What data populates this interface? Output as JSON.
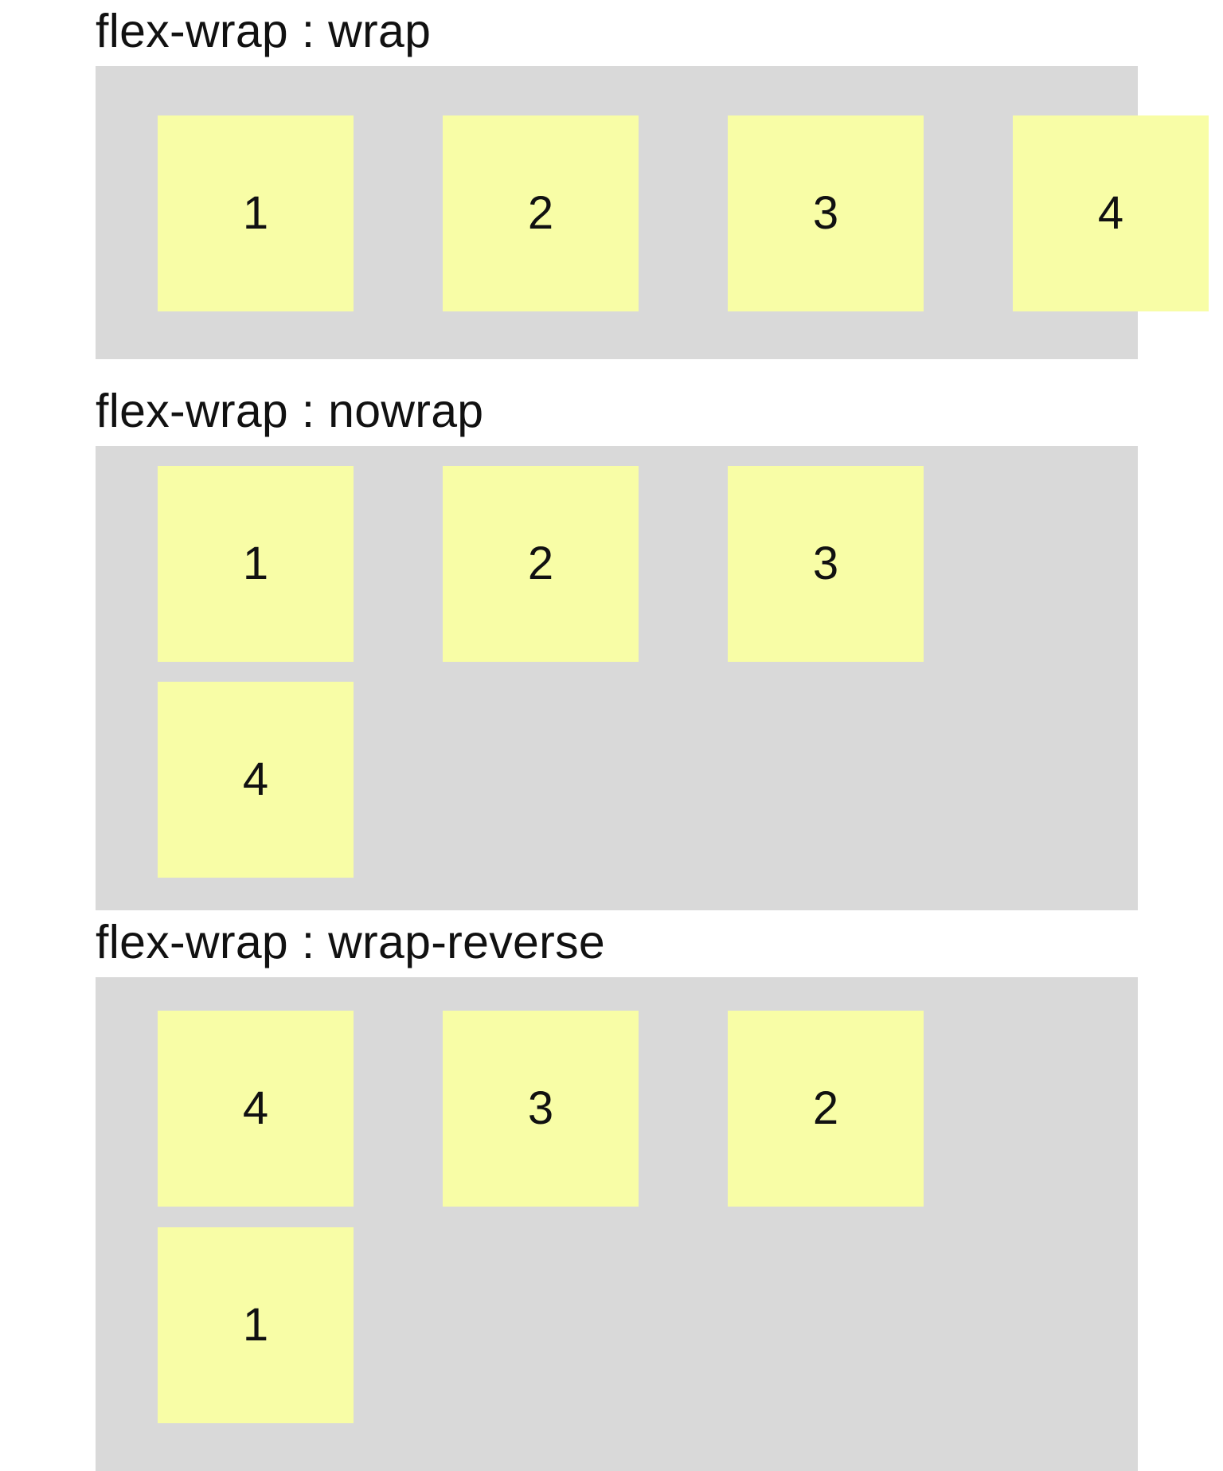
{
  "sections": [
    {
      "title": "flex-wrap : wrap",
      "boxes": [
        "1",
        "2",
        "3",
        "4"
      ]
    },
    {
      "title": "flex-wrap : nowrap",
      "boxes": [
        "1",
        "2",
        "3",
        "4"
      ]
    },
    {
      "title": "flex-wrap : wrap-reverse",
      "boxes": [
        "4",
        "3",
        "2",
        "1"
      ]
    }
  ],
  "colors": {
    "panel_background": "#d9d9d9",
    "box_background": "#f8fda6",
    "text": "#111111",
    "page_background": "#ffffff"
  }
}
